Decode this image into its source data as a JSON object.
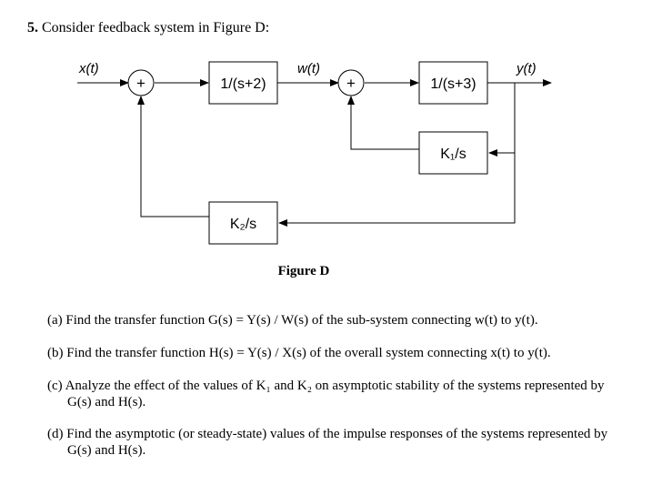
{
  "problem": {
    "number": "5.",
    "prompt": "Consider feedback system in Figure D:"
  },
  "diagram": {
    "signals": {
      "input": "x(t)",
      "middle": "w(t)",
      "output": "y(t)"
    },
    "sum_sign": "+",
    "blocks": {
      "forward_1": "1/(s+2)",
      "forward_2": "1/(s+3)",
      "inner_feedback": "K₁/s",
      "outer_feedback": "K₂/s"
    },
    "caption": "Figure D"
  },
  "questions": [
    {
      "label": "(a)",
      "text": "Find the transfer function G(s) = Y(s) / W(s) of the sub-system connecting w(t) to y(t)."
    },
    {
      "label": "(b)",
      "text": "Find the transfer function H(s) = Y(s) / X(s) of the overall system connecting x(t) to y(t)."
    },
    {
      "label": "(c)",
      "text": "Analyze the effect of the values of K₁ and K₂ on asymptotic stability of the systems represented by G(s) and H(s)."
    },
    {
      "label": "(d)",
      "text": "Find the asymptotic (or steady-state) values of the impulse responses of the systems represented by G(s) and H(s)."
    }
  ]
}
